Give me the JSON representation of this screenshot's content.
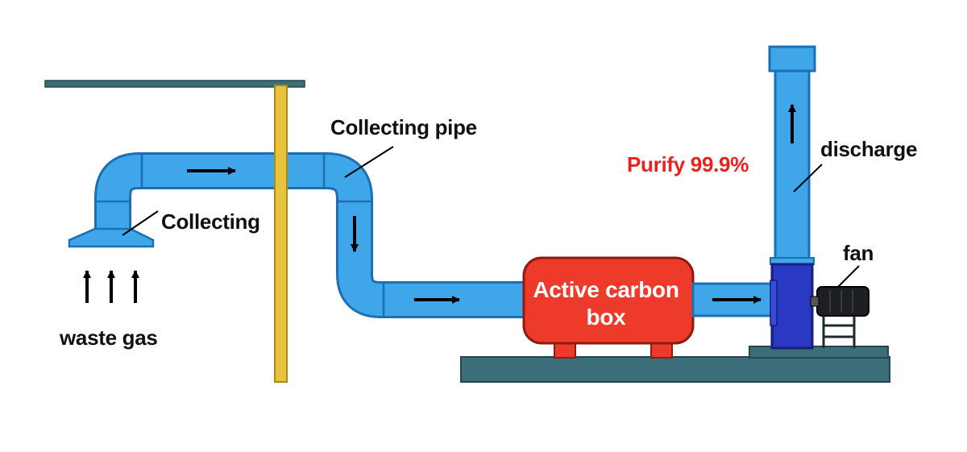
{
  "labels": {
    "collecting_pipe": "Collecting pipe",
    "collecting": "Collecting",
    "waste_gas": "waste gas",
    "purify": "Purify 99.9%",
    "discharge": "discharge",
    "fan": "fan",
    "carbon_box": "Active carbon box"
  },
  "colors": {
    "pipe": "#3fa6ea",
    "pipe_edge": "#1a6fb5",
    "carbon_box": "#ee3a2b",
    "fan_housing": "#2a39c4",
    "base": "#3b6e79",
    "support_pole": "#e8c33c",
    "purify_text": "#e8231e"
  }
}
